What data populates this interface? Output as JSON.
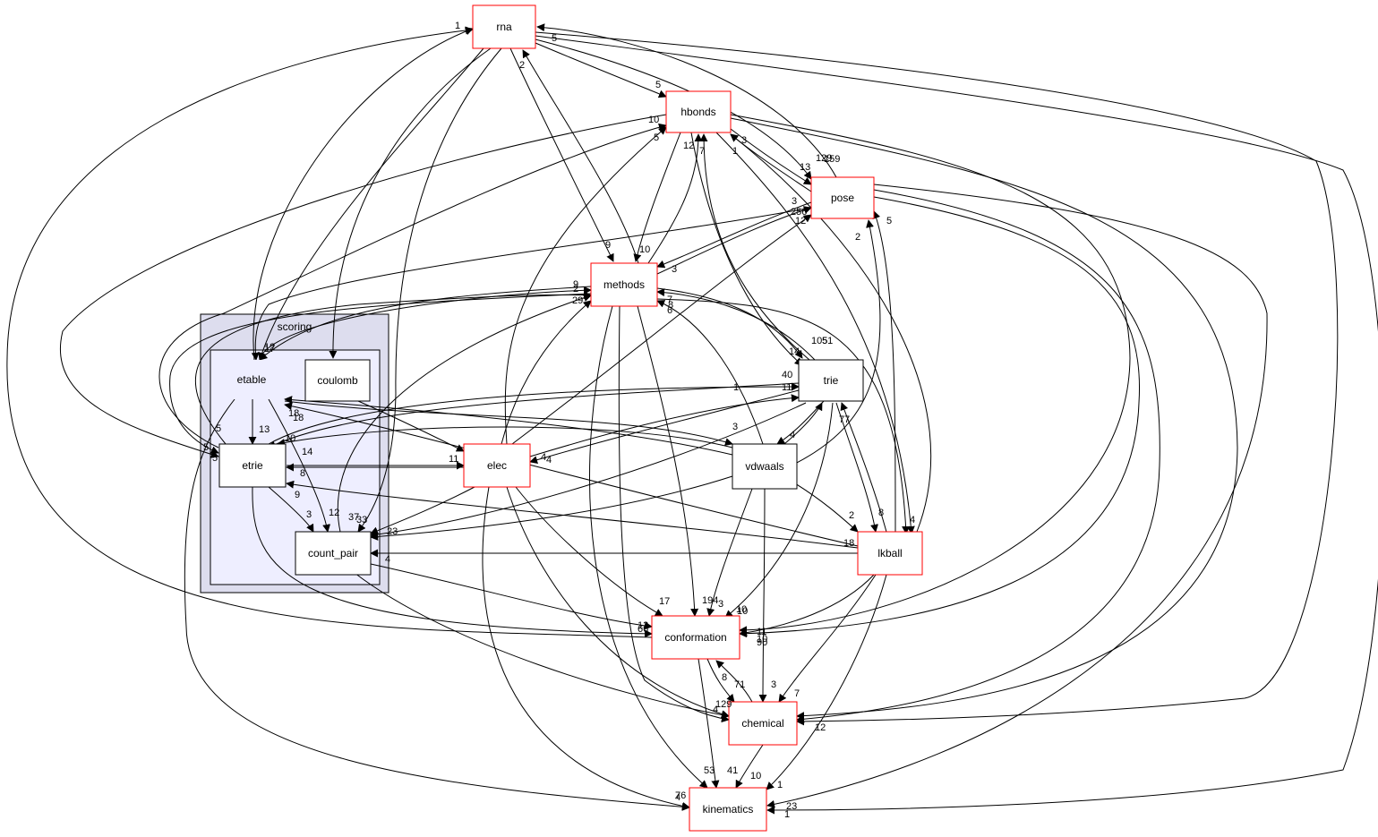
{
  "colors": {
    "node_border_red": "#ff0000",
    "node_border_black": "#000000",
    "node_fill": "#ffffff",
    "cluster_outer_fill": "#ddddee",
    "cluster_outer_border": "#000000",
    "cluster_inner_fill": "#eeeeff",
    "edge_color": "#000000"
  },
  "cluster": {
    "label": "scoring"
  },
  "nodes": {
    "rna": "rna",
    "hbonds": "hbonds",
    "pose": "pose",
    "methods": "methods",
    "trie": "trie",
    "etable": "etable",
    "coulomb": "coulomb",
    "etrie": "etrie",
    "elec": "elec",
    "vdwaals": "vdwaals",
    "count_pair": "count_pair",
    "lkball": "lkball",
    "conformation": "conformation",
    "chemical": "chemical",
    "kinematics": "kinematics"
  },
  "edge_labels": [
    "1",
    "5",
    "2",
    "5",
    "10",
    "5",
    "12",
    "7",
    "1",
    "3",
    "13",
    "129",
    "3",
    "256",
    "12",
    "2",
    "5",
    "9",
    "10",
    "3",
    "9",
    "2",
    "29",
    "7",
    "6",
    "8",
    "14",
    "105",
    "51",
    "40",
    "11",
    "7",
    "4",
    "3",
    "4",
    "11",
    "10",
    "14",
    "8",
    "13",
    "5",
    "18",
    "9",
    "3",
    "12",
    "37",
    "33",
    "23",
    "4",
    "2",
    "8",
    "18",
    "4",
    "7",
    "1",
    "10",
    "17",
    "194",
    "3",
    "10",
    "13",
    "66",
    "11",
    "10",
    "90",
    "8",
    "71",
    "3",
    "7",
    "129",
    "4",
    "12",
    "10",
    "53",
    "41",
    "1",
    "4",
    "76",
    "23",
    "1",
    "159",
    "5",
    "18",
    "4",
    "5",
    "17",
    "12"
  ]
}
